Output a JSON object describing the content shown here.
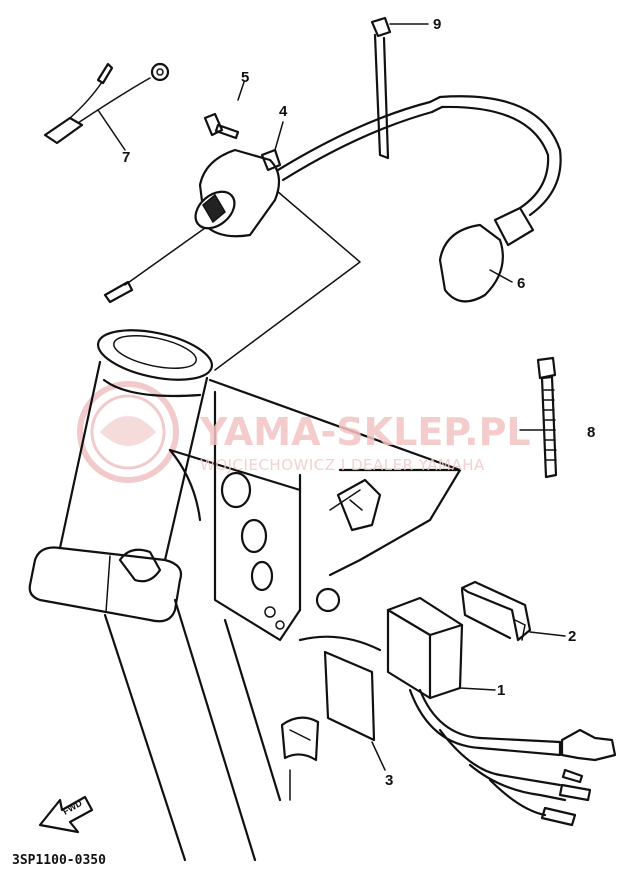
{
  "callouts": {
    "c1": "1",
    "c2": "2",
    "c3": "3",
    "c4": "4",
    "c5": "5",
    "c6": "6",
    "c7": "7",
    "c8": "8",
    "c9": "9"
  },
  "reference_code": "3SP1100-0350",
  "fwd_label": "FWD",
  "watermark": {
    "title": "YAMA-SKLEP.PL",
    "subtitle": "WOJCIECHOWICZ I DEALER YAMAHA",
    "color": "#e6a1a1"
  },
  "colors": {
    "line": "#111111",
    "background": "#ffffff"
  }
}
